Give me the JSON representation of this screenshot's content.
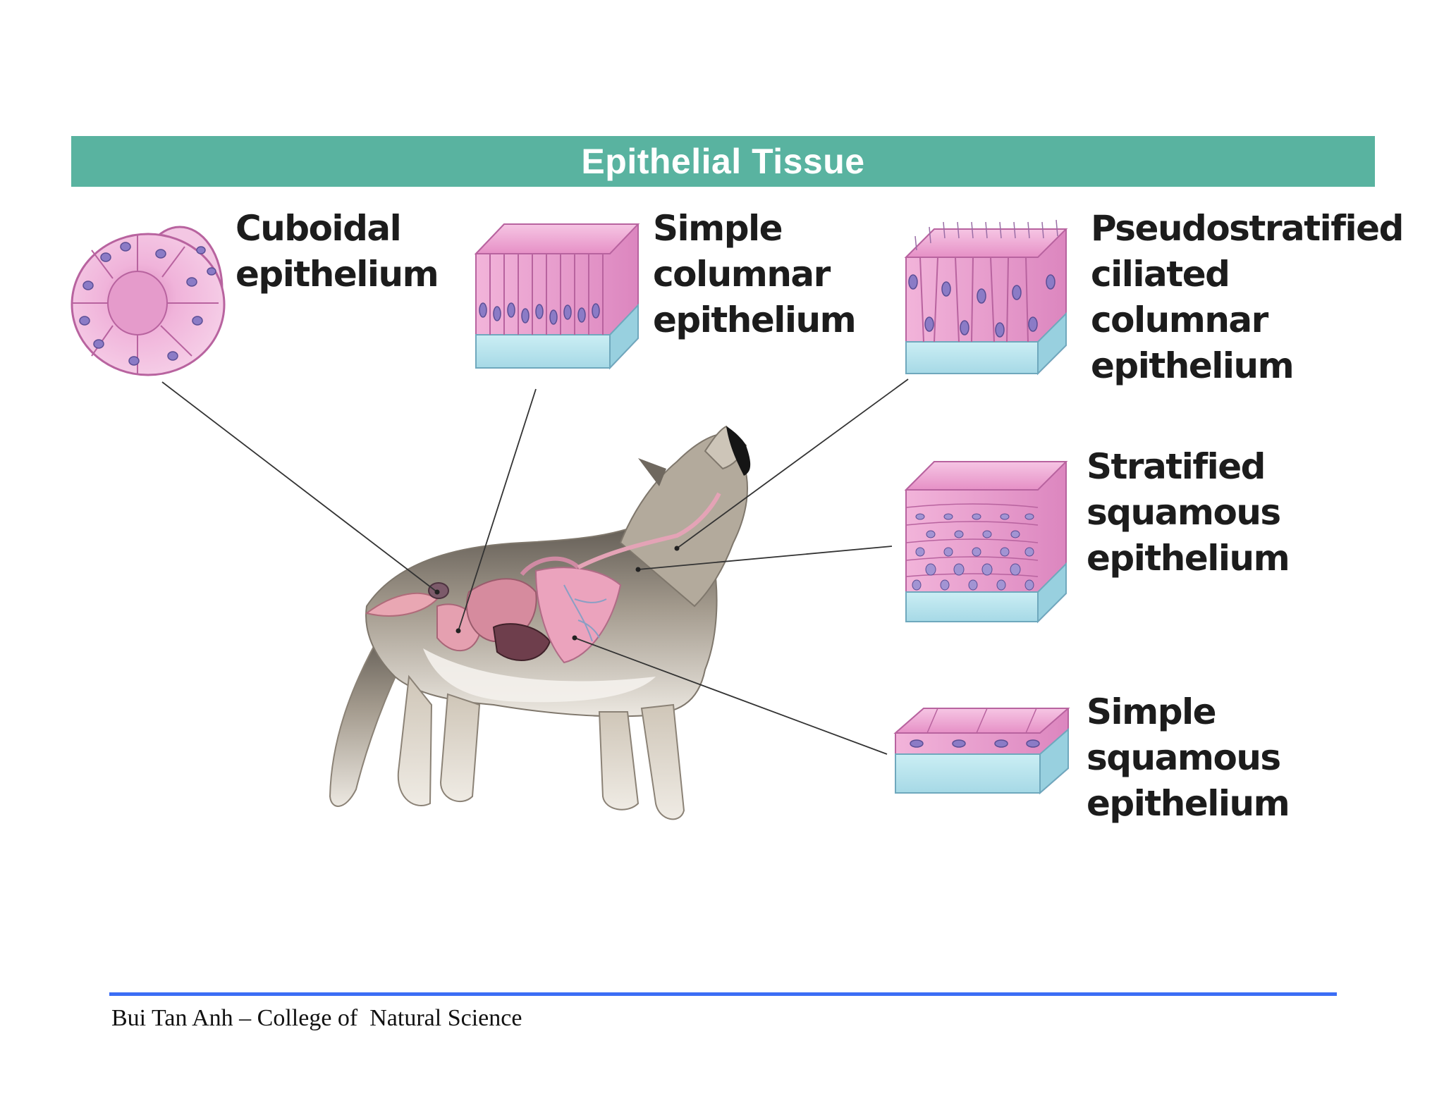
{
  "header": {
    "title": "Epithelial Tissue"
  },
  "tissues": [
    {
      "lines": [
        "Cuboidal",
        "epithelium"
      ]
    },
    {
      "lines": [
        "Simple",
        "columnar",
        "epithelium"
      ]
    },
    {
      "lines": [
        "Pseudostratified",
        "ciliated",
        "columnar",
        "epithelium"
      ]
    },
    {
      "lines": [
        "Stratified",
        "squamous",
        "epithelium"
      ]
    },
    {
      "lines": [
        "Simple",
        "squamous",
        "epithelium"
      ]
    }
  ],
  "footer": {
    "text": "Bui Tan Anh – College of  Natural Science"
  },
  "colors": {
    "banner": "#59b3a0",
    "cell_pink": "#ec9fcf",
    "nucleus": "#7a70b9",
    "basement": "#b8e4ee",
    "footer_rule": "#3b6ef5"
  }
}
